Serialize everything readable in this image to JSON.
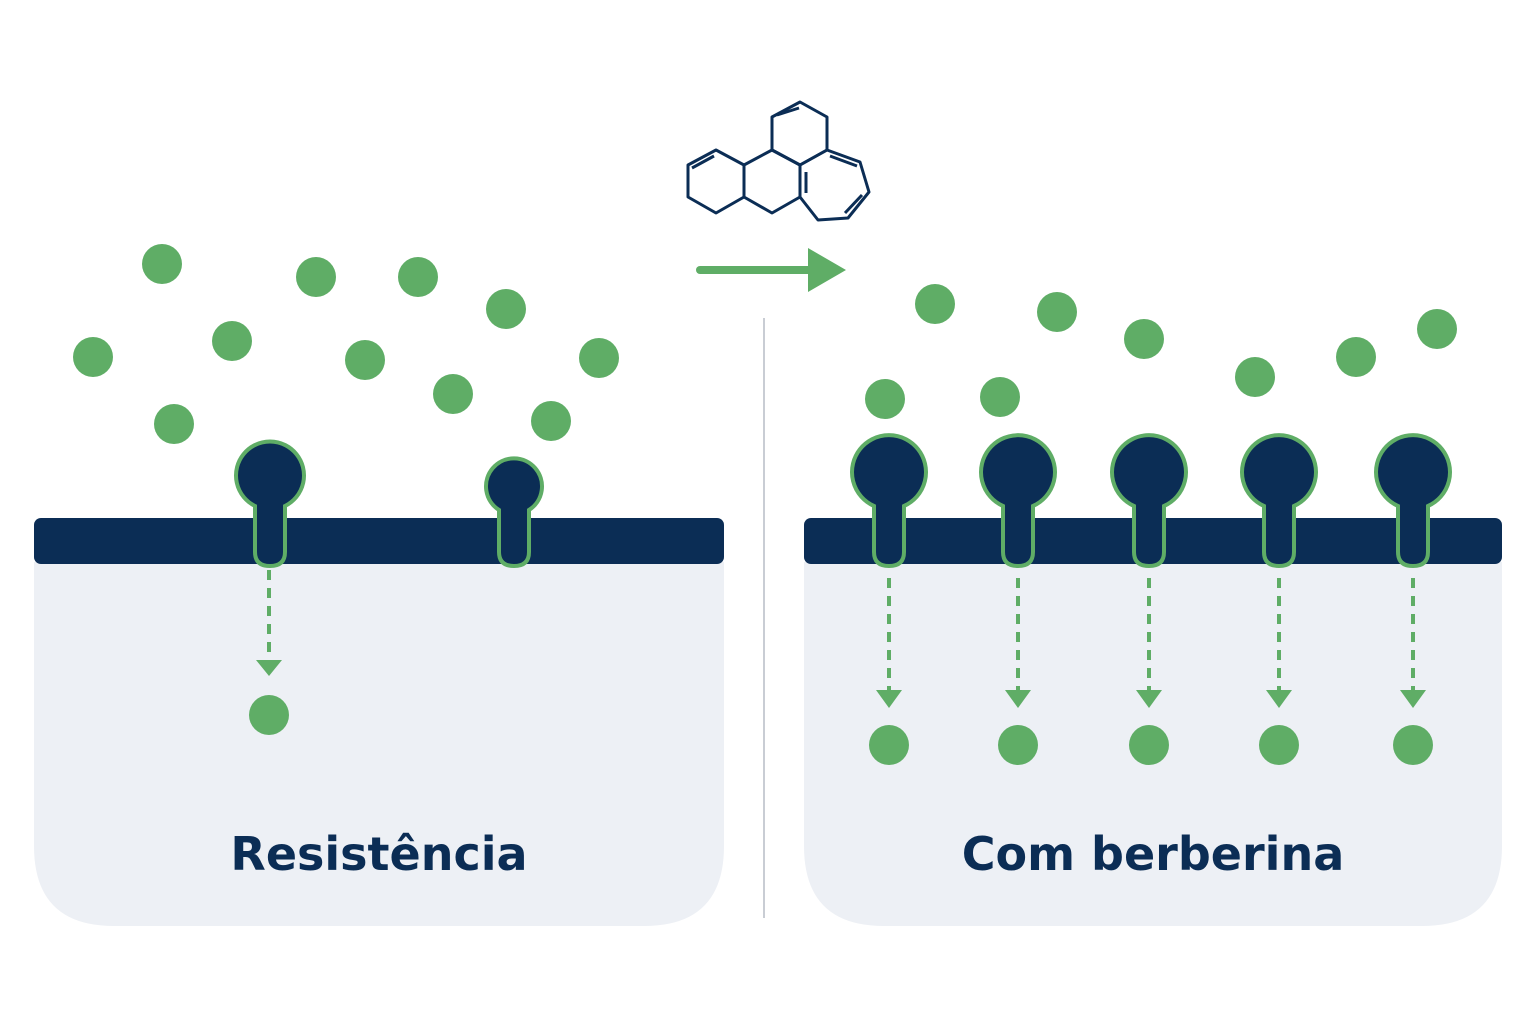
{
  "panels": {
    "left": {
      "label": "Resistência",
      "receptor_count": 2,
      "internalized_molecules": 1
    },
    "right": {
      "label": "Com berberina",
      "receptor_count": 5,
      "internalized_molecules": 5
    }
  },
  "transition": {
    "icon": "berberine-molecule-icon",
    "arrow": "right-arrow-icon"
  },
  "colors": {
    "molecule": "#5fad66",
    "receptor": "#0b2d55",
    "membrane": "#0b2d55",
    "cell_interior": "#edf0f5",
    "label": "#0b2d55",
    "divider": "#c9cdd4"
  }
}
